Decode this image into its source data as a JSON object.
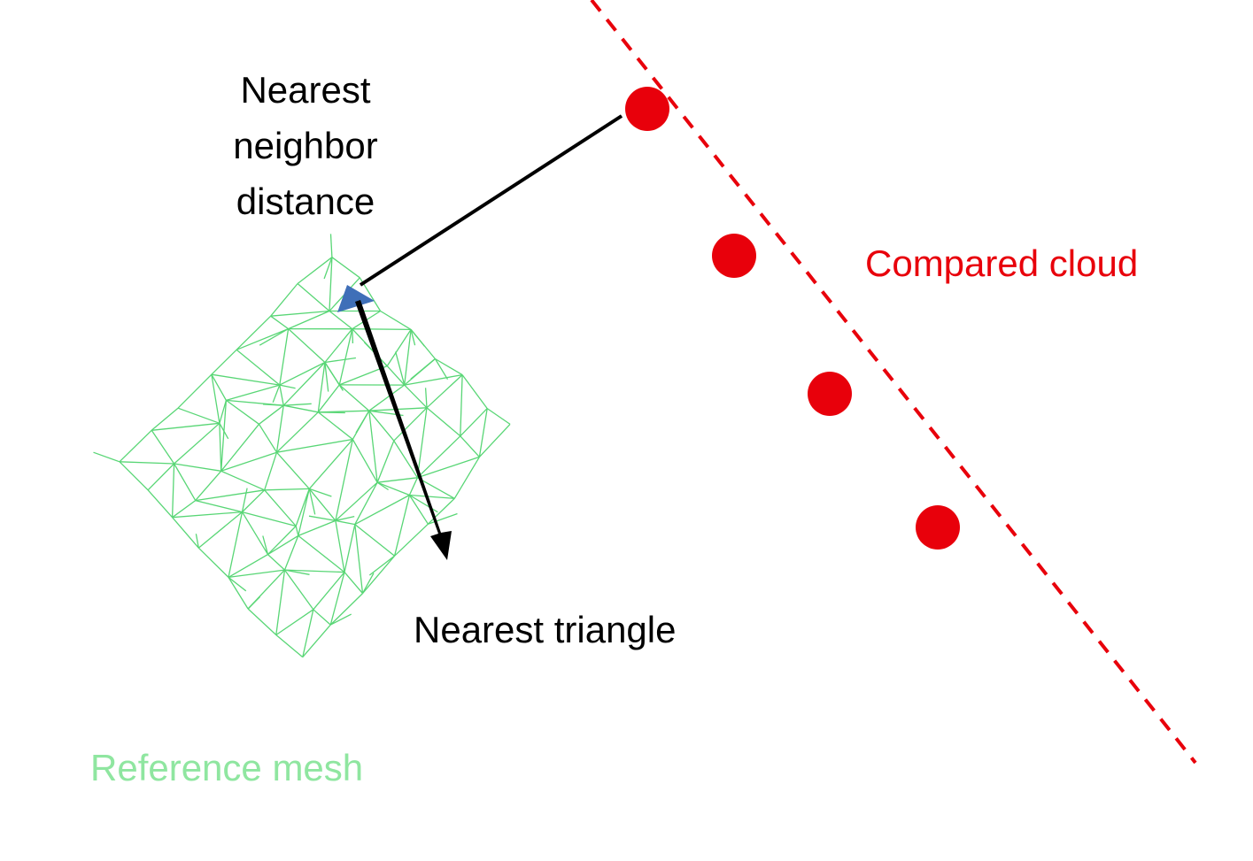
{
  "labels": {
    "nearest_neighbor_distance": [
      "Nearest",
      "neighbor",
      "distance"
    ],
    "compared_cloud": "Compared cloud",
    "nearest_triangle": "Nearest triangle",
    "reference_mesh": "Reference mesh"
  },
  "colors": {
    "compared_cloud": "#e8000b",
    "reference_mesh_label": "#8fe6a0",
    "mesh_lines": "#3ccf5e",
    "triangle_fill": "#3f6fb8",
    "arrow": "#000000",
    "text": "#000000"
  },
  "compared_cloud_points": 4
}
